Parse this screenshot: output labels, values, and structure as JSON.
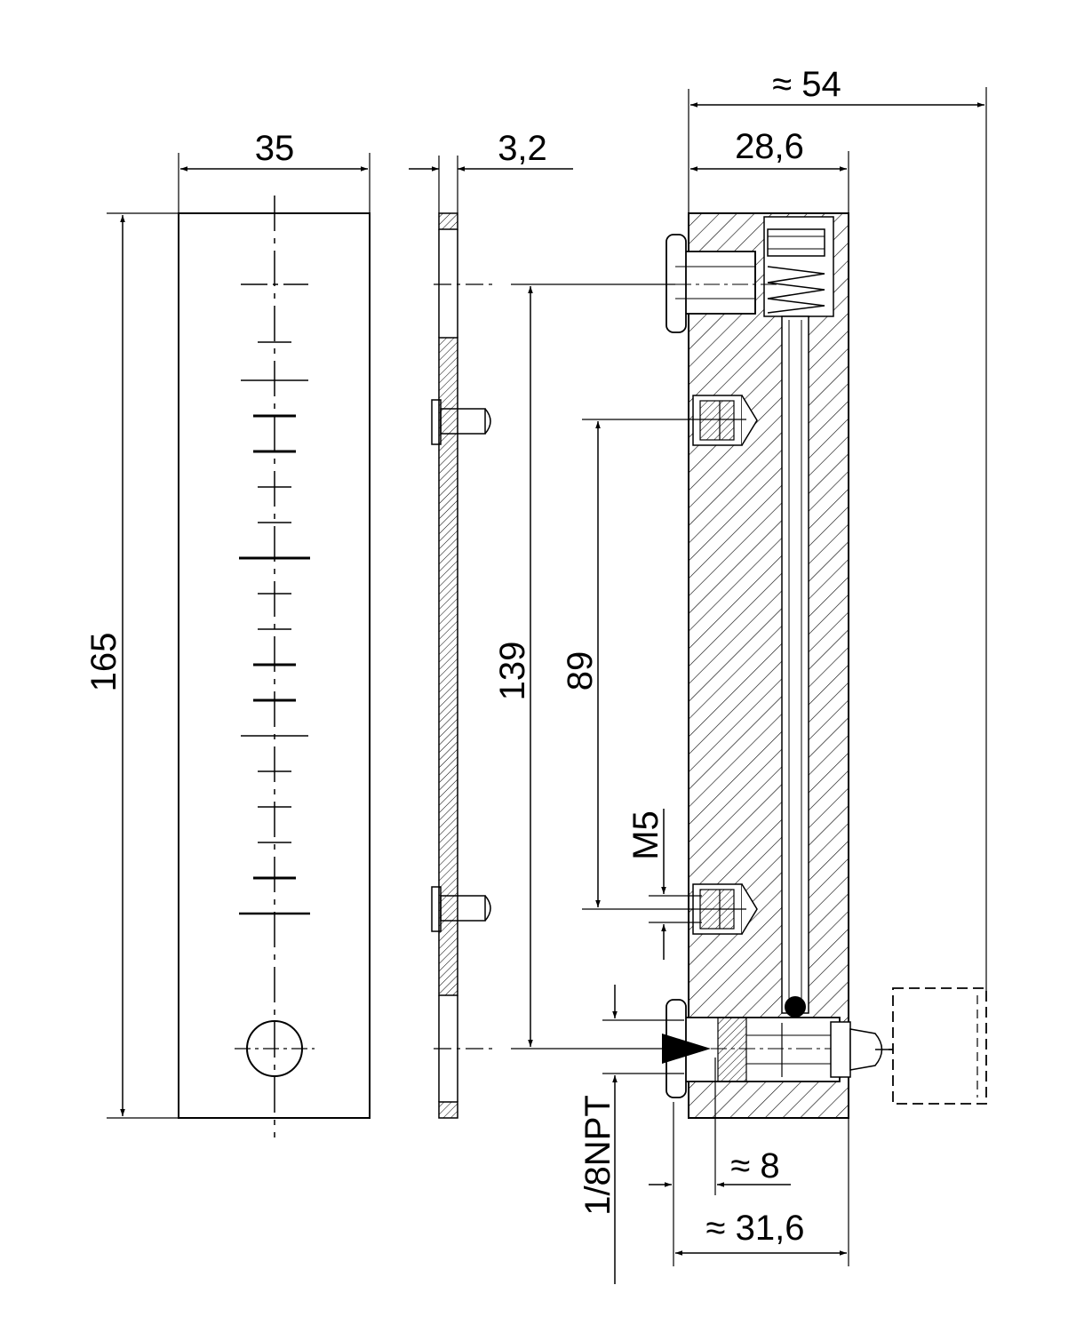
{
  "drawing": {
    "dimensions": {
      "overall_width_approx": "≈ 54",
      "body_depth": "28,6",
      "plate_width": "35",
      "plate_thickness": "3,2",
      "overall_height": "165",
      "port_spacing": "139",
      "mount_spacing": "89",
      "mount_thread": "M5",
      "port_thread": "1/8NPT",
      "fitting_offset_approx": "≈ 8",
      "fitting_depth_approx": "≈ 31,6"
    }
  }
}
